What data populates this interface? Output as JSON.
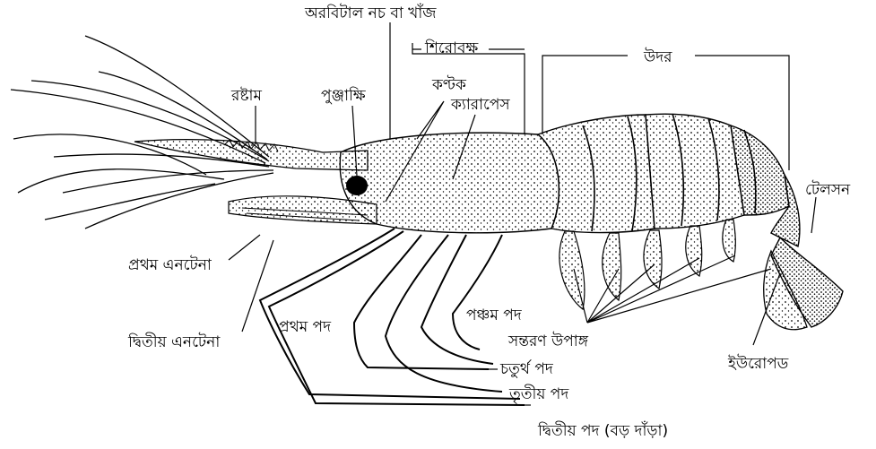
{
  "labels": {
    "orbital_notch": "অরবিটাল নচ বা খাঁজ",
    "cephalothorax": "শিরোবক্ষ",
    "abdomen": "উদর",
    "rostrum": "রষ্টাম",
    "compound_eye": "পুঞ্জাক্ষি",
    "spine": "কণ্টক",
    "carapace": "ক্যারাপেস",
    "telson": "টেলসন",
    "first_antenna": "প্রথম এনটেনা",
    "second_antenna": "দ্বিতীয় এনটেনা",
    "first_leg": "প্রথম পদ",
    "fifth_leg": "পঞ্চম পদ",
    "swimmerets": "সন্তরণ উপাঙ্গ",
    "uropod": "ইউরোপড",
    "fourth_leg": "চতুর্থ পদ",
    "third_leg": "তৃতীয় পদ",
    "second_leg": "দ্বিতীয় পদ (বড় দাঁড়া)"
  }
}
